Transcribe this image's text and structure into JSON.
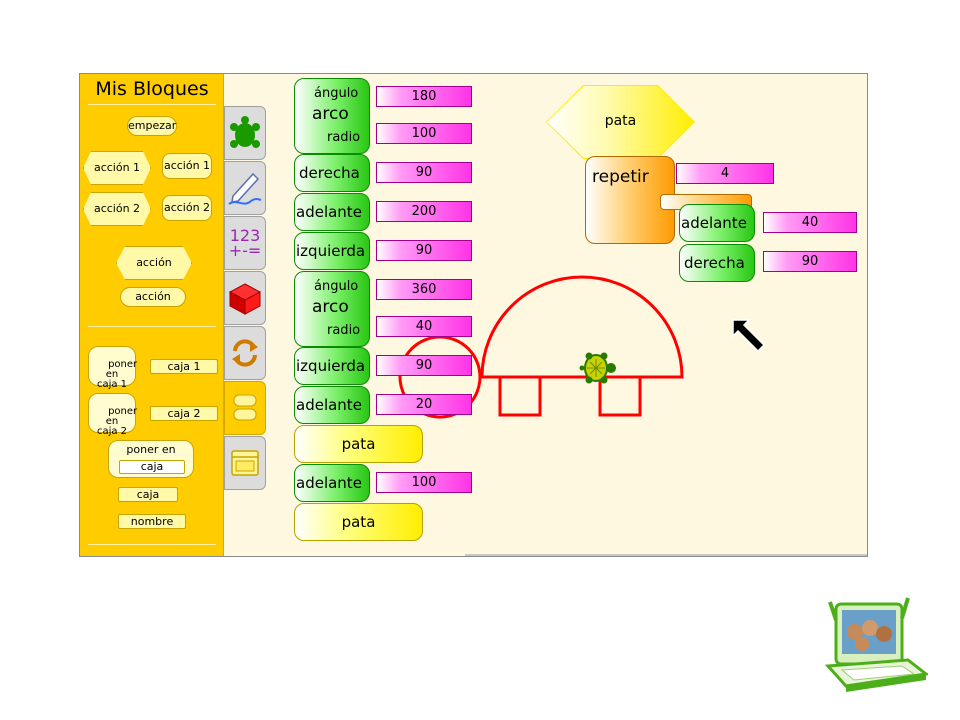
{
  "palette": {
    "title": "Mis Bloques",
    "items": {
      "start": "empezar",
      "action1_hat": "acción 1",
      "action1_call": "acción 1",
      "action2_hat": "acción 2",
      "action2_call": "acción 2",
      "action_hat": "acción",
      "action_call": "acción",
      "store_box1": "poner\nen\ncaja 1",
      "box1": "caja 1",
      "store_box2": "poner\nen\ncaja 2",
      "box2": "caja 2",
      "store_in": "poner en",
      "store_in_box": "caja",
      "box": "caja",
      "name": "nombre"
    }
  },
  "tabs": [
    {
      "name": "turtle",
      "icon": "turtle-icon"
    },
    {
      "name": "pen",
      "icon": "pen-icon"
    },
    {
      "name": "numbers",
      "label": "123\n+-="
    },
    {
      "name": "flow",
      "icon": "red-box-icon"
    },
    {
      "name": "loops",
      "icon": "arrows-cycle-icon"
    },
    {
      "name": "my-blocks",
      "icon": "stacks-icon"
    },
    {
      "name": "media",
      "icon": "window-icon"
    }
  ],
  "blocks": {
    "arc1": {
      "angle_label": "ángulo",
      "title": "arco",
      "radius_label": "radio",
      "angle": "180",
      "radius": "100"
    },
    "right1": {
      "label": "derecha",
      "value": "90"
    },
    "forward1": {
      "label": "adelante",
      "value": "200"
    },
    "left1": {
      "label": "izquierda",
      "value": "90"
    },
    "arc2": {
      "angle_label": "ángulo",
      "title": "arco",
      "radius_label": "radio",
      "angle": "360",
      "radius": "40"
    },
    "left2": {
      "label": "izquierda",
      "value": "90"
    },
    "forward2": {
      "label": "adelante",
      "value": "20"
    },
    "call_pata1": {
      "label": "pata"
    },
    "forward3": {
      "label": "adelante",
      "value": "100"
    },
    "call_pata2": {
      "label": "pata"
    },
    "define_pata": {
      "label": "pata"
    },
    "repeat": {
      "label": "repetir",
      "value": "4"
    },
    "repeat_forward": {
      "label": "adelante",
      "value": "40"
    },
    "repeat_right": {
      "label": "derecha",
      "value": "90"
    }
  },
  "colors": {
    "palette_bg": "#ffcc00",
    "canvas_bg": "#fff8e1",
    "pen": "#ff0000",
    "turtle_block": "#29c614",
    "number_block": "#ff33e6",
    "action_block": "#ffee00",
    "flow_block": "#ff9b00"
  }
}
